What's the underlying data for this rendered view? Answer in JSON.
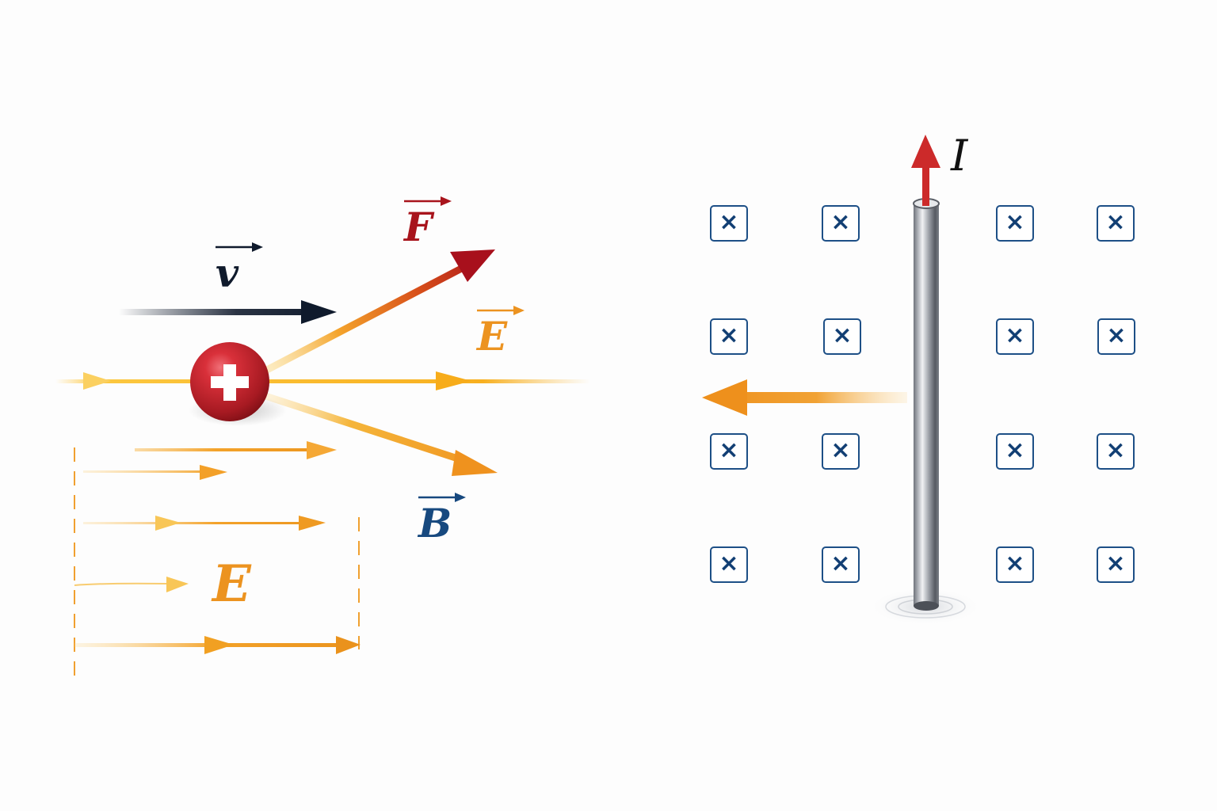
{
  "left_panel": {
    "charge": {
      "symbol": "+",
      "color": "#c0242c"
    },
    "labels": {
      "velocity": "v",
      "force": "F",
      "field_vector": "E",
      "magnetic_field": "B",
      "field_region": "E",
      "current": "I"
    },
    "colors": {
      "velocity": "#0f1a2c",
      "force": "#a8141c",
      "field": "#f0a020",
      "magnetic": "#17497f",
      "field_label": "#ec9320"
    }
  },
  "right_panel": {
    "current_label": "I",
    "current_color": "#cc2a2a",
    "field_symbol": "×",
    "field_grid": [
      [
        "×",
        "×",
        "×",
        "×"
      ],
      [
        "×",
        "×",
        "×",
        "×"
      ],
      [
        "×",
        "×",
        "×",
        "×"
      ],
      [
        "×",
        "×",
        "×",
        "×"
      ]
    ],
    "force_arrow_color": "#ee9020",
    "field_color": "#123f74"
  }
}
